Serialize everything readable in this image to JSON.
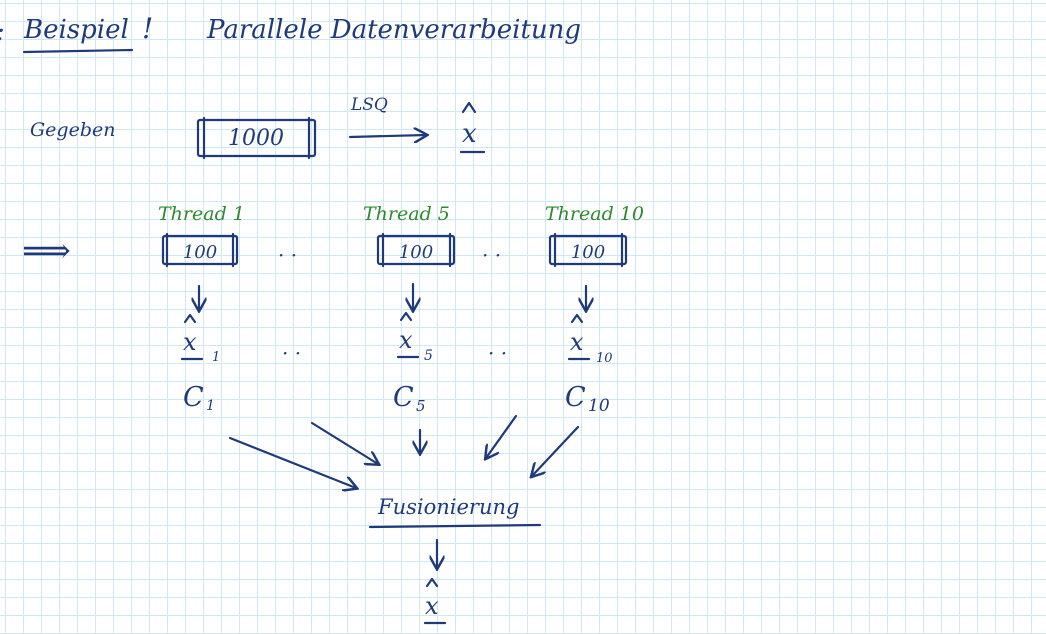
{
  "heading": {
    "label": "Beispiel",
    "exclaim": "!",
    "title": "Parallele Datenverarbeitung"
  },
  "given": {
    "label": "Gegeben",
    "box_value": "1000",
    "method": "LSQ",
    "result_symbol": "x"
  },
  "implies_symbol": "⟹",
  "threads": [
    {
      "name": "Thread 1",
      "box_value": "100",
      "estimate": "x",
      "estimate_sub": "1",
      "cov": "C",
      "cov_sub": "1"
    },
    {
      "name": "Thread 5",
      "box_value": "100",
      "estimate": "x",
      "estimate_sub": "5",
      "cov": "C",
      "cov_sub": "5"
    },
    {
      "name": "Thread 10",
      "box_value": "100",
      "estimate": "x",
      "estimate_sub": "10",
      "cov": "C",
      "cov_sub": "10"
    }
  ],
  "ellipsis": "· ·",
  "fusion": {
    "label": "Fusionierung",
    "result_symbol": "x"
  },
  "colors": {
    "ink_blue": "#1f3a7a",
    "ink_green": "#2e8a2e",
    "grid": "#cfe8f3"
  }
}
